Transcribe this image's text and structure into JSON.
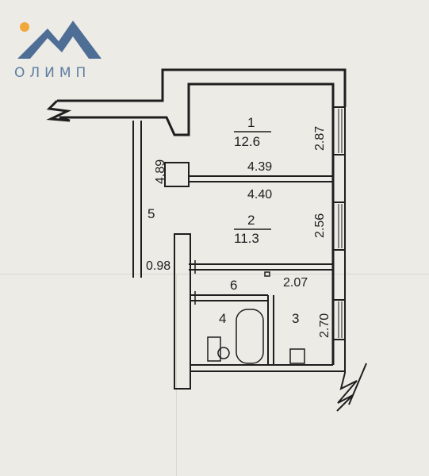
{
  "logo": {
    "text": "ОЛИМП",
    "colors": {
      "mountain": "#4f6e96",
      "sun": "#f0a83a"
    }
  },
  "plan": {
    "rooms": [
      {
        "number": "1",
        "area": "12.6"
      },
      {
        "number": "2",
        "area": "11.3"
      },
      {
        "number": "3"
      },
      {
        "number": "4"
      },
      {
        "number": "5"
      },
      {
        "number": "6"
      }
    ],
    "dimensions": {
      "room1_height": "2.87",
      "room1_bottom_width": "4.39",
      "room2_top_width": "4.40",
      "room2_height": "2.56",
      "corridor_length": "4.89",
      "passage_width": "0.98",
      "hall_length": "2.07",
      "room3_height": "2.70"
    }
  }
}
